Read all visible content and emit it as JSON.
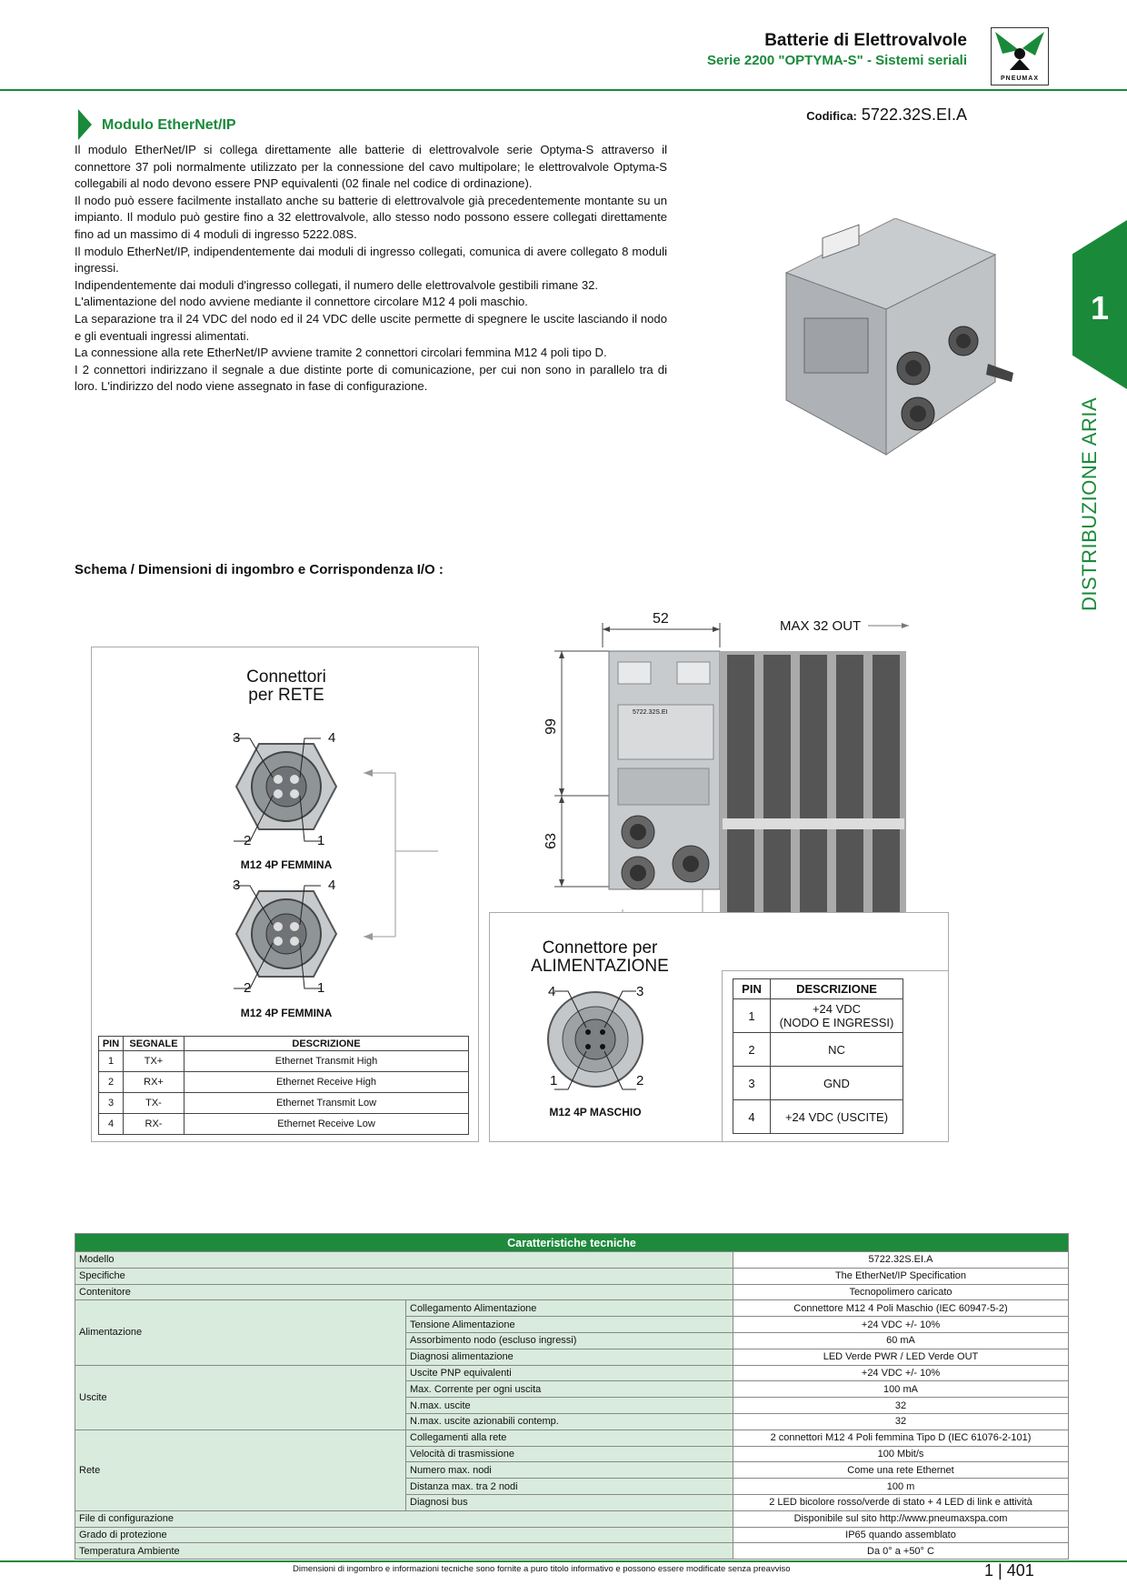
{
  "header": {
    "title": "Batterie di Elettrovalvole",
    "subtitle": "Serie 2200 \"OPTYMA-S\" - Sistemi seriali",
    "logo_text": "PNEUMAX"
  },
  "section": {
    "title": "Modulo EtherNet/IP",
    "codifica_label": "Codifica:",
    "codifica_value": "5722.32S.EI.A"
  },
  "side_tab": {
    "number": "1",
    "label": "DISTRIBUZIONE ARIA"
  },
  "body_paragraphs": [
    "Il modulo EtherNet/IP si collega direttamente alle batterie di elettrovalvole serie Optyma-S attraverso il connettore 37 poli normalmente utilizzato per la connessione del cavo multipolare; le elettrovalvole Optyma-S collegabili al nodo devono essere PNP equivalenti (02 finale nel codice di ordinazione).",
    "Il nodo può essere facilmente installato anche su batterie di elettrovalvole già precedentemente montante su un impianto. Il modulo può gestire fino a 32 elettrovalvole, allo stesso nodo possono essere collegati direttamente fino ad un massimo di 4 moduli di ingresso 5222.08S.",
    "Il modulo EtherNet/IP, indipendentemente dai moduli di ingresso collegati, comunica di avere collegato 8 moduli ingressi.",
    "Indipendentemente dai moduli d'ingresso collegati, il numero delle elettrovalvole gestibili rimane 32.",
    "L'alimentazione del nodo avviene mediante il connettore circolare M12 4 poli maschio.",
    "La separazione tra il 24 VDC del nodo ed il 24 VDC delle uscite permette di spegnere le uscite lasciando il nodo e gli eventuali ingressi alimentati.",
    "La connessione alla rete EtherNet/IP avviene tramite 2 connettori circolari femmina M12 4 poli tipo D.",
    "I 2 connettori indirizzano il segnale a due distinte porte di comunicazione, per cui non sono in parallelo tra di loro. L'indirizzo del nodo viene assegnato in fase di configurazione."
  ],
  "schema": {
    "title": "Schema / Dimensioni di ingombro e Corrispondenza I/O :",
    "dim_width": "52",
    "dim_upper": "99",
    "dim_lower": "63",
    "max_out": "MAX 32 OUT",
    "product_label": "5722.32S.EI"
  },
  "rete": {
    "title_line1": "Connettori",
    "title_line2": "per RETE",
    "pins": [
      "3",
      "4",
      "2",
      "1"
    ],
    "connector_label": "M12 4P FEMMINA",
    "table_headers": [
      "PIN",
      "SEGNALE",
      "DESCRIZIONE"
    ],
    "table_rows": [
      [
        "1",
        "TX+",
        "Ethernet Transmit High"
      ],
      [
        "2",
        "RX+",
        "Ethernet Receive High"
      ],
      [
        "3",
        "TX-",
        "Ethernet Transmit Low"
      ],
      [
        "4",
        "RX-",
        "Ethernet Receive Low"
      ]
    ]
  },
  "alim": {
    "title_line1": "Connettore per",
    "title_line2": "ALIMENTAZIONE",
    "pins": [
      "4",
      "3",
      "1",
      "2"
    ],
    "connector_label": "M12 4P MASCHIO",
    "table_headers": [
      "PIN",
      "DESCRIZIONE"
    ],
    "table_rows": [
      [
        "1",
        "+24 VDC",
        "(NODO E INGRESSI)"
      ],
      [
        "2",
        "NC",
        ""
      ],
      [
        "3",
        "GND",
        ""
      ],
      [
        "4",
        "+24 VDC (USCITE)",
        ""
      ]
    ]
  },
  "tech": {
    "title": "Caratteristiche tecniche",
    "rows": [
      {
        "group": "Modello",
        "sub": "",
        "value": "5722.32S.EI.A"
      },
      {
        "group": "Specifiche",
        "sub": "",
        "value": "The EtherNet/IP Specification"
      },
      {
        "group": "Contenitore",
        "sub": "",
        "value": "Tecnopolimero caricato"
      },
      {
        "group": "Alimentazione",
        "sub": "Collegamento Alimentazione",
        "value": "Connettore M12 4 Poli Maschio (IEC 60947-5-2)"
      },
      {
        "group": "",
        "sub": "Tensione Alimentazione",
        "value": "+24 VDC +/- 10%"
      },
      {
        "group": "",
        "sub": "Assorbimento nodo (escluso ingressi)",
        "value": "60 mA"
      },
      {
        "group": "",
        "sub": "Diagnosi alimentazione",
        "value": "LED Verde PWR / LED Verde OUT"
      },
      {
        "group": "Uscite",
        "sub": "Uscite PNP equivalenti",
        "value": "+24 VDC +/- 10%"
      },
      {
        "group": "",
        "sub": "Max. Corrente per ogni uscita",
        "value": "100 mA"
      },
      {
        "group": "",
        "sub": "N.max. uscite",
        "value": "32"
      },
      {
        "group": "",
        "sub": "N.max. uscite azionabili contemp.",
        "value": "32"
      },
      {
        "group": "Rete",
        "sub": "Collegamenti alla rete",
        "value": "2 connettori M12 4 Poli femmina Tipo D (IEC 61076-2-101)"
      },
      {
        "group": "",
        "sub": "Velocità di trasmissione",
        "value": "100 Mbit/s"
      },
      {
        "group": "",
        "sub": "Numero max. nodi",
        "value": "Come una rete Ethernet"
      },
      {
        "group": "",
        "sub": "Distanza max. tra 2 nodi",
        "value": "100 m"
      },
      {
        "group": "",
        "sub": "Diagnosi bus",
        "value": "2 LED bicolore rosso/verde di stato + 4 LED di link e attività"
      },
      {
        "group": "File di configurazione",
        "sub": "",
        "value": "Disponibile sul sito http://www.pneumaxspa.com"
      },
      {
        "group": "Grado di protezione",
        "sub": "",
        "value": "IP65 quando assemblato"
      },
      {
        "group": "Temperatura Ambiente",
        "sub": "",
        "value": "Da 0° a +50° C"
      }
    ]
  },
  "footer": {
    "note": "Dimensioni di ingombro e informazioni tecniche sono fornite a puro titolo informativo e possono essere modificate senza preavviso",
    "page": "1 | 401"
  },
  "colors": {
    "accent": "#1a8a3a",
    "table_header": "#1e8a3c",
    "table_label_bg": "#d9ebdc"
  }
}
